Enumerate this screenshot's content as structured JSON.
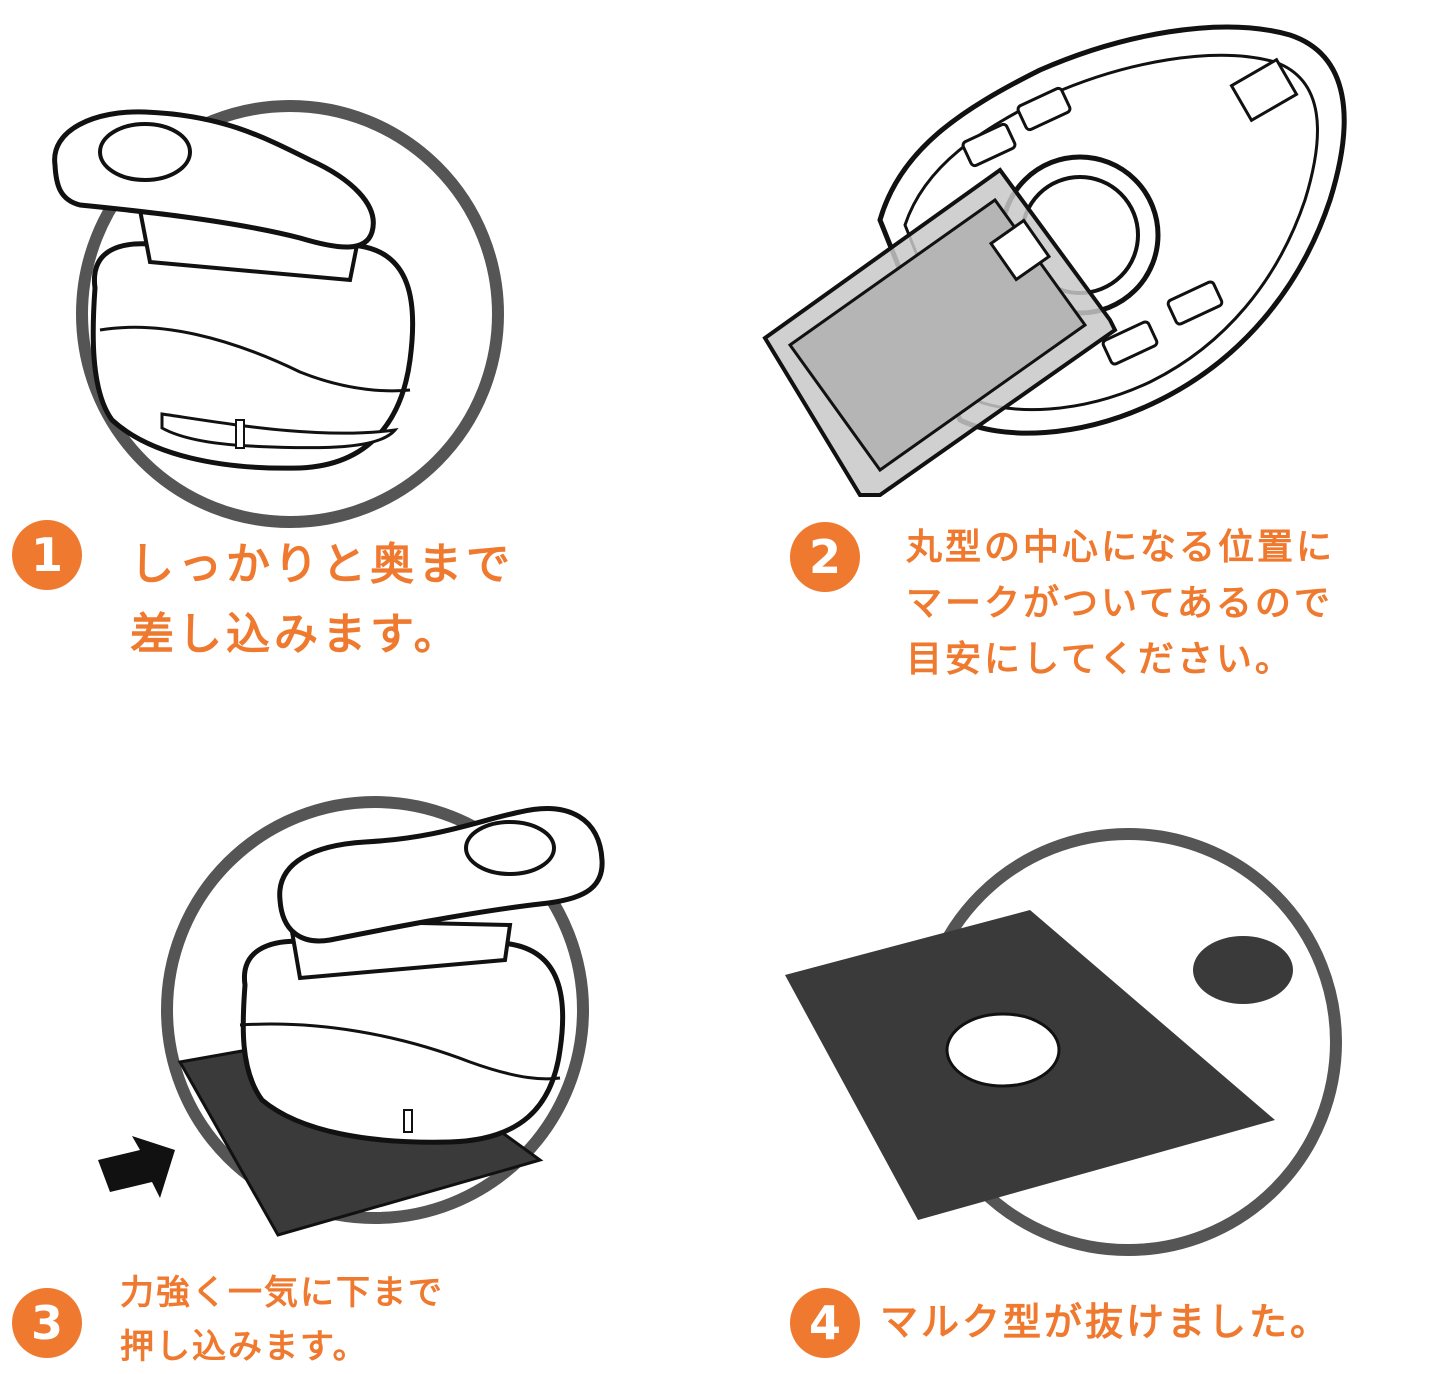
{
  "steps": [
    {
      "number": "1",
      "lines": [
        "しっかりと奥まで",
        "差し込みます。"
      ]
    },
    {
      "number": "2",
      "lines": [
        "丸型の中心になる位置に",
        "マークがついてあるので",
        "目安にしてください。"
      ]
    },
    {
      "number": "3",
      "lines": [
        "力強く一気に下まで",
        "押し込みます。"
      ]
    },
    {
      "number": "4",
      "lines": [
        "マルク型が抜けました。"
      ]
    }
  ],
  "colors": {
    "accent": "#ef7a2f",
    "ring": "#555555",
    "paper": "#3a3a3a",
    "line": "#111111"
  }
}
